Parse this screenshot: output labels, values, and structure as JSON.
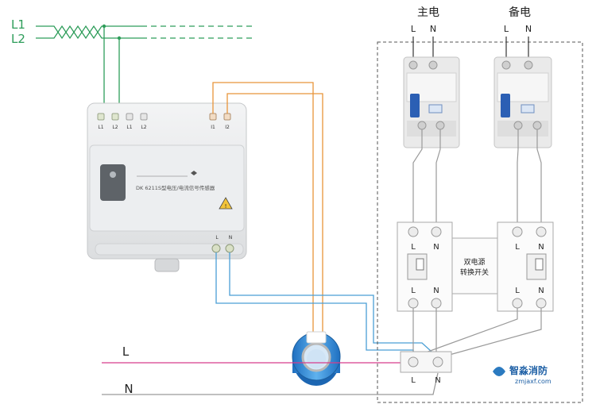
{
  "incoming_lines": {
    "l1": "L1",
    "l2": "L2"
  },
  "sensor_module": {
    "top_terminals": [
      "L1",
      "L2",
      "L1",
      "L2"
    ],
    "top_terminals_sub": "",
    "signal_terminals": [
      "I1",
      "I2"
    ],
    "brand": "",
    "model": "DK 6211S型电压/电流信号传感器",
    "button_text": "",
    "warning_text": "",
    "bottom_terminals": [
      "L",
      "N"
    ]
  },
  "main_power": {
    "title": "主电",
    "l": "L",
    "n": "N"
  },
  "backup_power": {
    "title": "备电",
    "l": "L",
    "n": "N"
  },
  "breaker_brand": "",
  "ats": {
    "label_line1": "双电源",
    "label_line2": "转换开关",
    "l": "L",
    "n": "N"
  },
  "output_block": {
    "l": "L",
    "n": "N"
  },
  "load_lines": {
    "l": "L",
    "n": "N"
  },
  "watermark": {
    "name": "智淼消防",
    "url": "zmjaxf.com"
  },
  "colors": {
    "green": "#2e9d5a",
    "orange": "#e8953a",
    "blue": "#4a9fd5",
    "gray": "#9a9a9a",
    "magenta": "#d63c8c"
  }
}
